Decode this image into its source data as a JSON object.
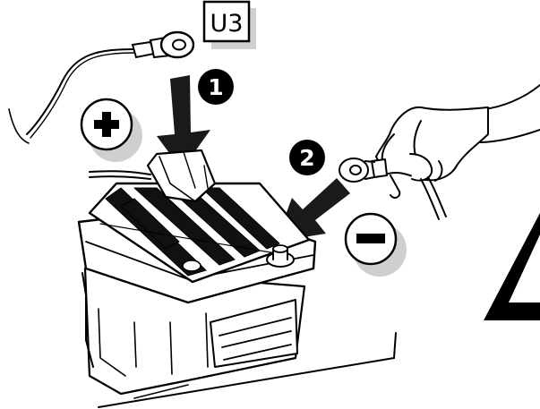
{
  "figure": {
    "code_label": "U3",
    "step_1": "1",
    "step_2": "2",
    "positive_symbol": "plus-symbol",
    "negative_symbol": "minus-symbol",
    "warning_symbol": "warning-triangle"
  },
  "colors": {
    "ink": "#000000",
    "shadow": "#c8c8c8",
    "paper": "#ffffff"
  }
}
